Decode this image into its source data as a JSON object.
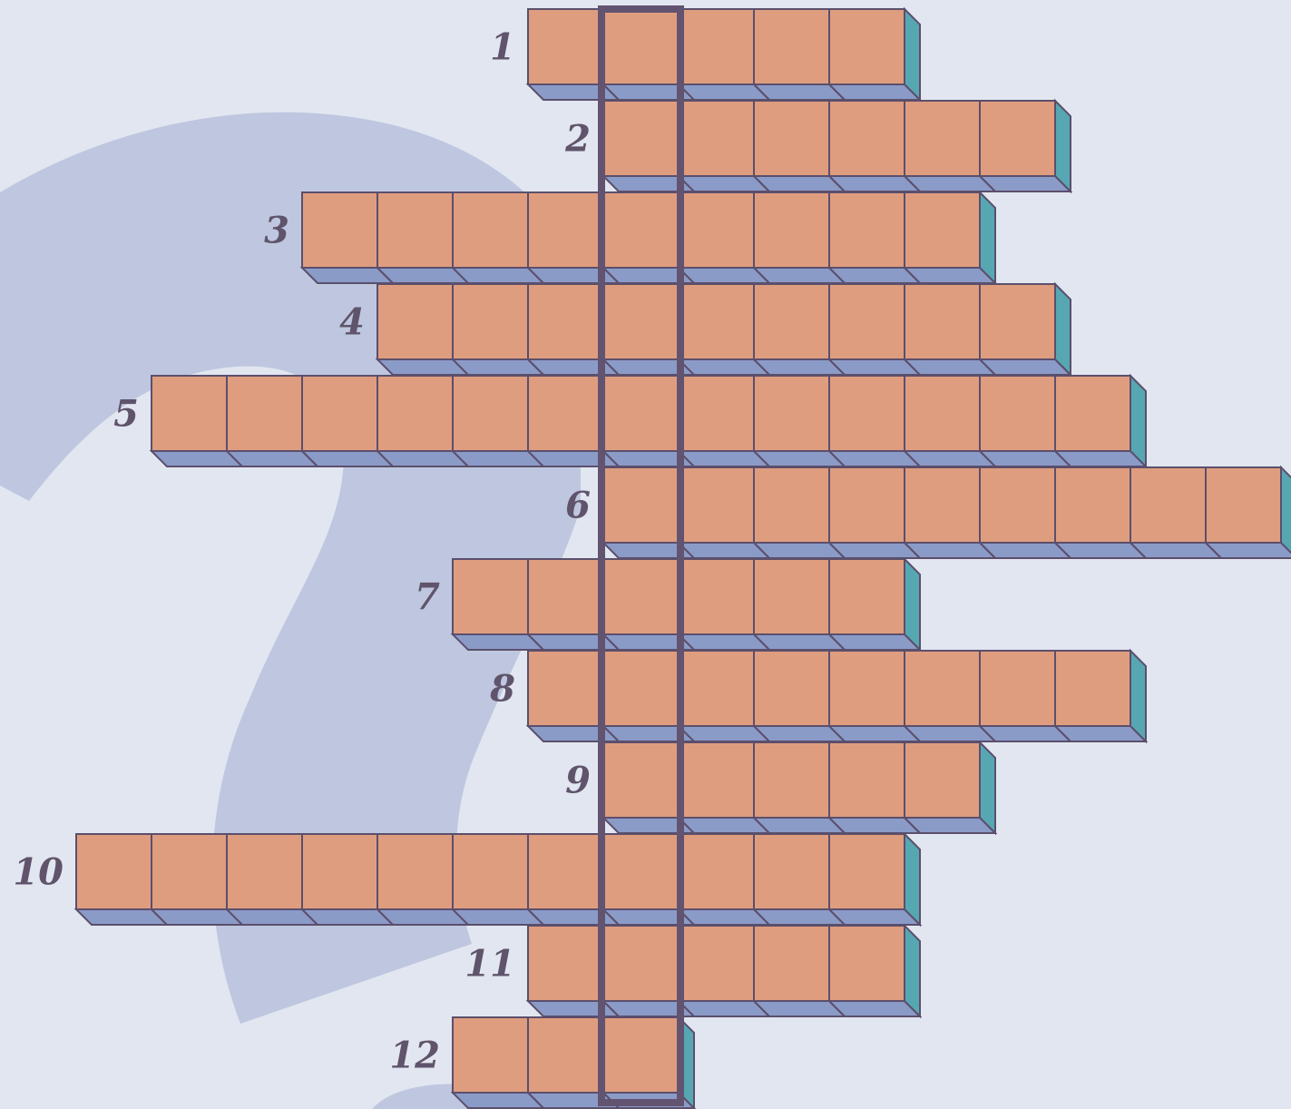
{
  "puzzle": {
    "type": "crossword",
    "highlight_column": "keyword",
    "colors": {
      "background": "#e2e6f0",
      "question_mark": "#bec7df",
      "cell_face": "#df9d7f",
      "cell_bottom": "#8b9bc8",
      "cell_side": "#57a7b3",
      "cell_border": "#5b4f6c",
      "keyword_frame": "#625470",
      "number": "#5f546b"
    },
    "rows": [
      {
        "number": "1",
        "cells": 5,
        "keyword_cell": 2
      },
      {
        "number": "2",
        "cells": 6,
        "keyword_cell": 1
      },
      {
        "number": "3",
        "cells": 9,
        "keyword_cell": 5
      },
      {
        "number": "4",
        "cells": 9,
        "keyword_cell": 4
      },
      {
        "number": "5",
        "cells": 13,
        "keyword_cell": 7
      },
      {
        "number": "6",
        "cells": 9,
        "keyword_cell": 1
      },
      {
        "number": "7",
        "cells": 6,
        "keyword_cell": 3
      },
      {
        "number": "8",
        "cells": 8,
        "keyword_cell": 2
      },
      {
        "number": "9",
        "cells": 5,
        "keyword_cell": 1
      },
      {
        "number": "10",
        "cells": 11,
        "keyword_cell": 8
      },
      {
        "number": "11",
        "cells": 5,
        "keyword_cell": 2
      },
      {
        "number": "12",
        "cells": 3,
        "keyword_cell": 3
      }
    ]
  }
}
